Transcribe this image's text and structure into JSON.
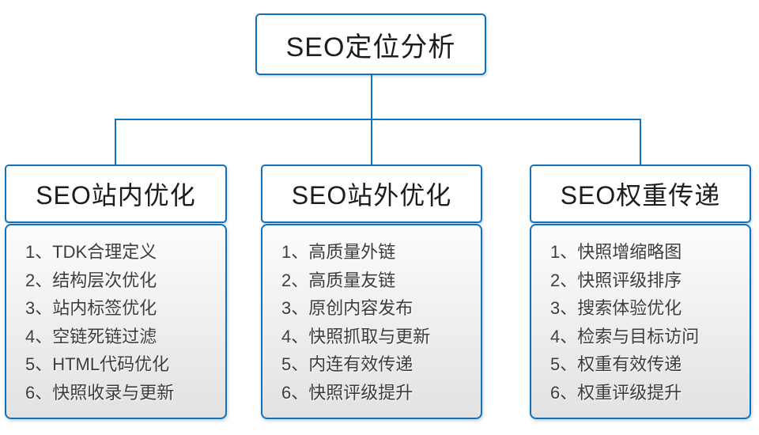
{
  "diagram": {
    "root": {
      "label": "SEO定位分析"
    },
    "branches": [
      {
        "title": "SEO站内优化",
        "items": [
          "1、TDK合理定义",
          "2、结构层次优化",
          "3、站内标签优化",
          "4、空链死链过滤",
          "5、HTML代码优化",
          "6、快照收录与更新"
        ]
      },
      {
        "title": "SEO站外优化",
        "items": [
          "1、高质量外链",
          "2、高质量友链",
          "3、原创内容发布",
          "4、快照抓取与更新",
          "5、内连有效传递",
          "6、快照评级提升"
        ]
      },
      {
        "title": "SEO权重传递",
        "items": [
          "1、快照增缩略图",
          "2、快照评级排序",
          "3、搜索体验优化",
          "4、检索与目标访问",
          "5、权重有效传递",
          "6、权重评级提升"
        ]
      }
    ],
    "colors": {
      "connector_blue": "#0f72be",
      "header_text": "#1d1d1d",
      "item_text": "#3c3c3c",
      "list_gradient_top": "#fdfdfd",
      "list_gradient_bottom": "#e2e2e2"
    }
  }
}
